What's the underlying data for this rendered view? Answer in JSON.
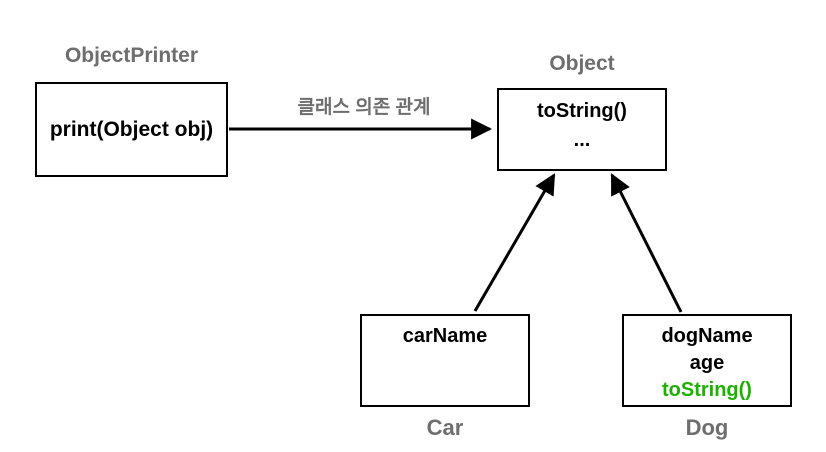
{
  "diagram": {
    "object_printer": {
      "title": "ObjectPrinter",
      "members": [
        "print(Object obj)"
      ]
    },
    "dependency_label": "클래스 의존 관계",
    "object": {
      "title": "Object",
      "members": [
        "toString()",
        "..."
      ]
    },
    "car": {
      "title": "Car",
      "members": [
        "carName"
      ]
    },
    "dog": {
      "title": "Dog",
      "members": [
        "dogName",
        "age",
        "toString()"
      ]
    },
    "colors": {
      "highlight_green": "#1db100",
      "title_gray": "#6e6e6e",
      "line_black": "#000000"
    }
  }
}
